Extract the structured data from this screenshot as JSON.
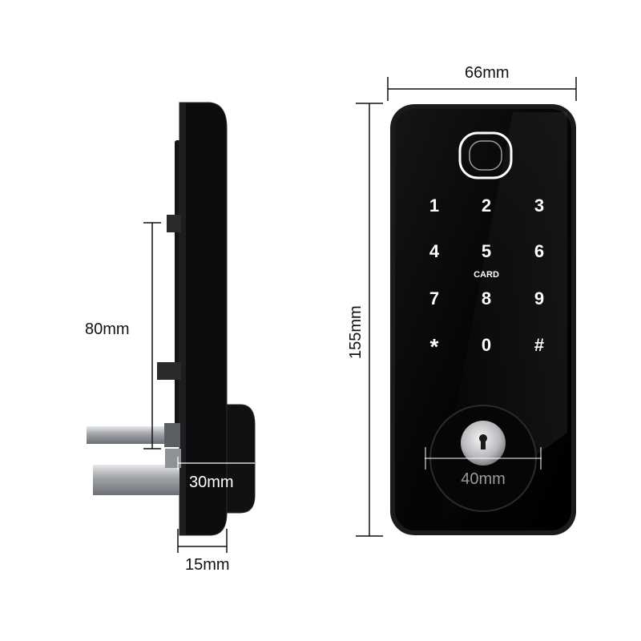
{
  "dimensions": {
    "width": "66mm",
    "height": "155mm",
    "handle_spacing": "80mm",
    "thickness": "15mm",
    "cylinder_depth": "30mm",
    "cylinder_diameter": "40mm"
  },
  "keypad": {
    "keys": [
      "1",
      "2",
      "3",
      "4",
      "5",
      "6",
      "7",
      "8",
      "9",
      "*",
      "0",
      "#"
    ],
    "card_label": "CARD"
  },
  "colors": {
    "body": "#0b0b0c",
    "frame": "#1b1b1d",
    "metal": "#b9bcc0",
    "text_on_dark": "#ffffff"
  },
  "icons": [
    "fingerprint-icon",
    "keyhole-icon"
  ]
}
